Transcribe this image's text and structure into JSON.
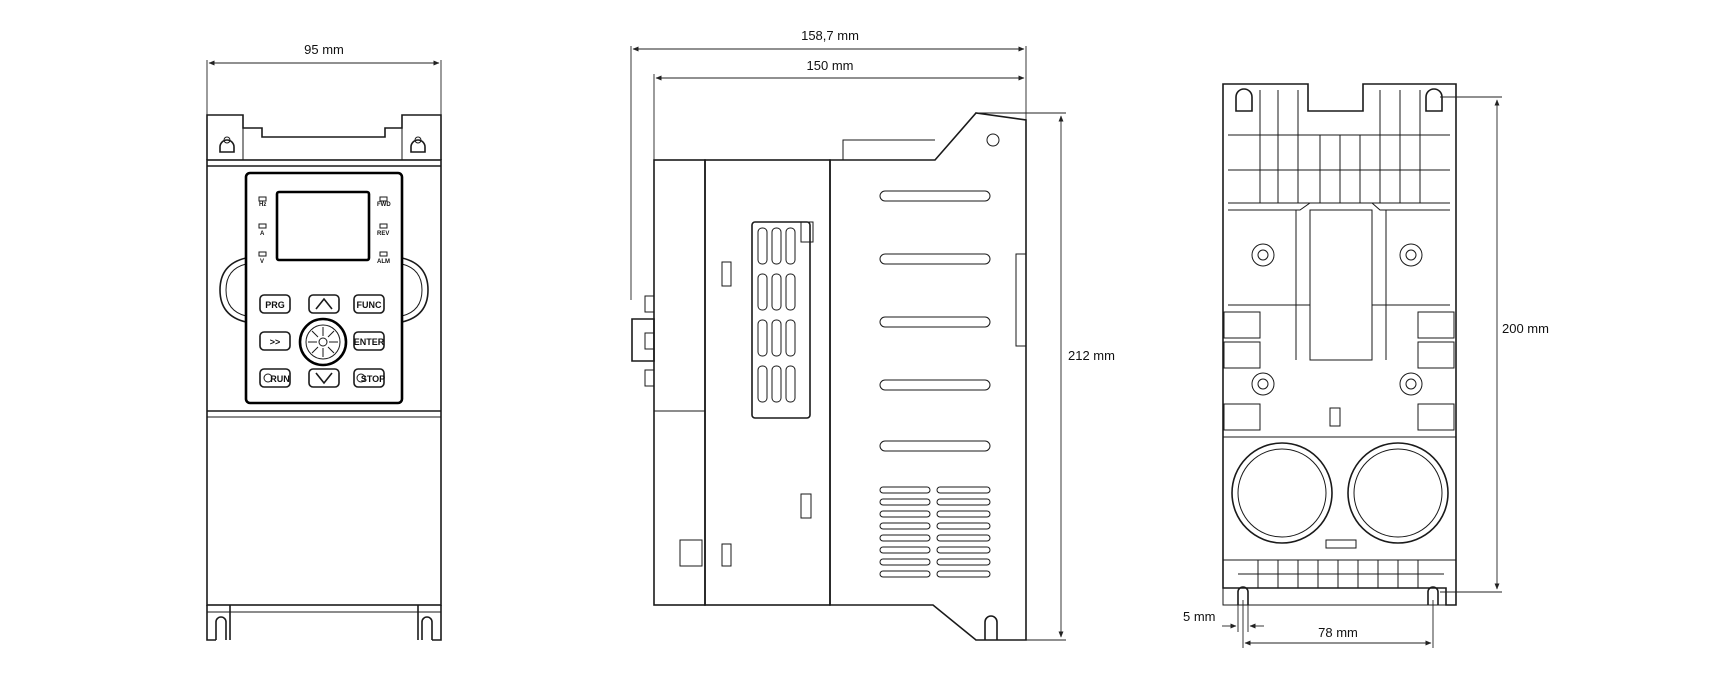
{
  "front_view": {
    "width_label": "95 mm",
    "keypad": {
      "prg": "PRG",
      "func": "FUNC",
      "enter": "ENTER",
      "run": "RUN",
      "stop": "STOP",
      "shift": ">>"
    },
    "leds_left": [
      "Hz",
      "A",
      "V"
    ],
    "leds_right": [
      "FWD",
      "REV",
      "ALM"
    ]
  },
  "side_view": {
    "overall_depth_label": "158,7 mm",
    "body_depth_label": "150 mm",
    "height_label": "212 mm"
  },
  "rear_view": {
    "mount_height_label": "200 mm",
    "mount_width_label": "78 mm",
    "hole_label": "5 mm"
  }
}
